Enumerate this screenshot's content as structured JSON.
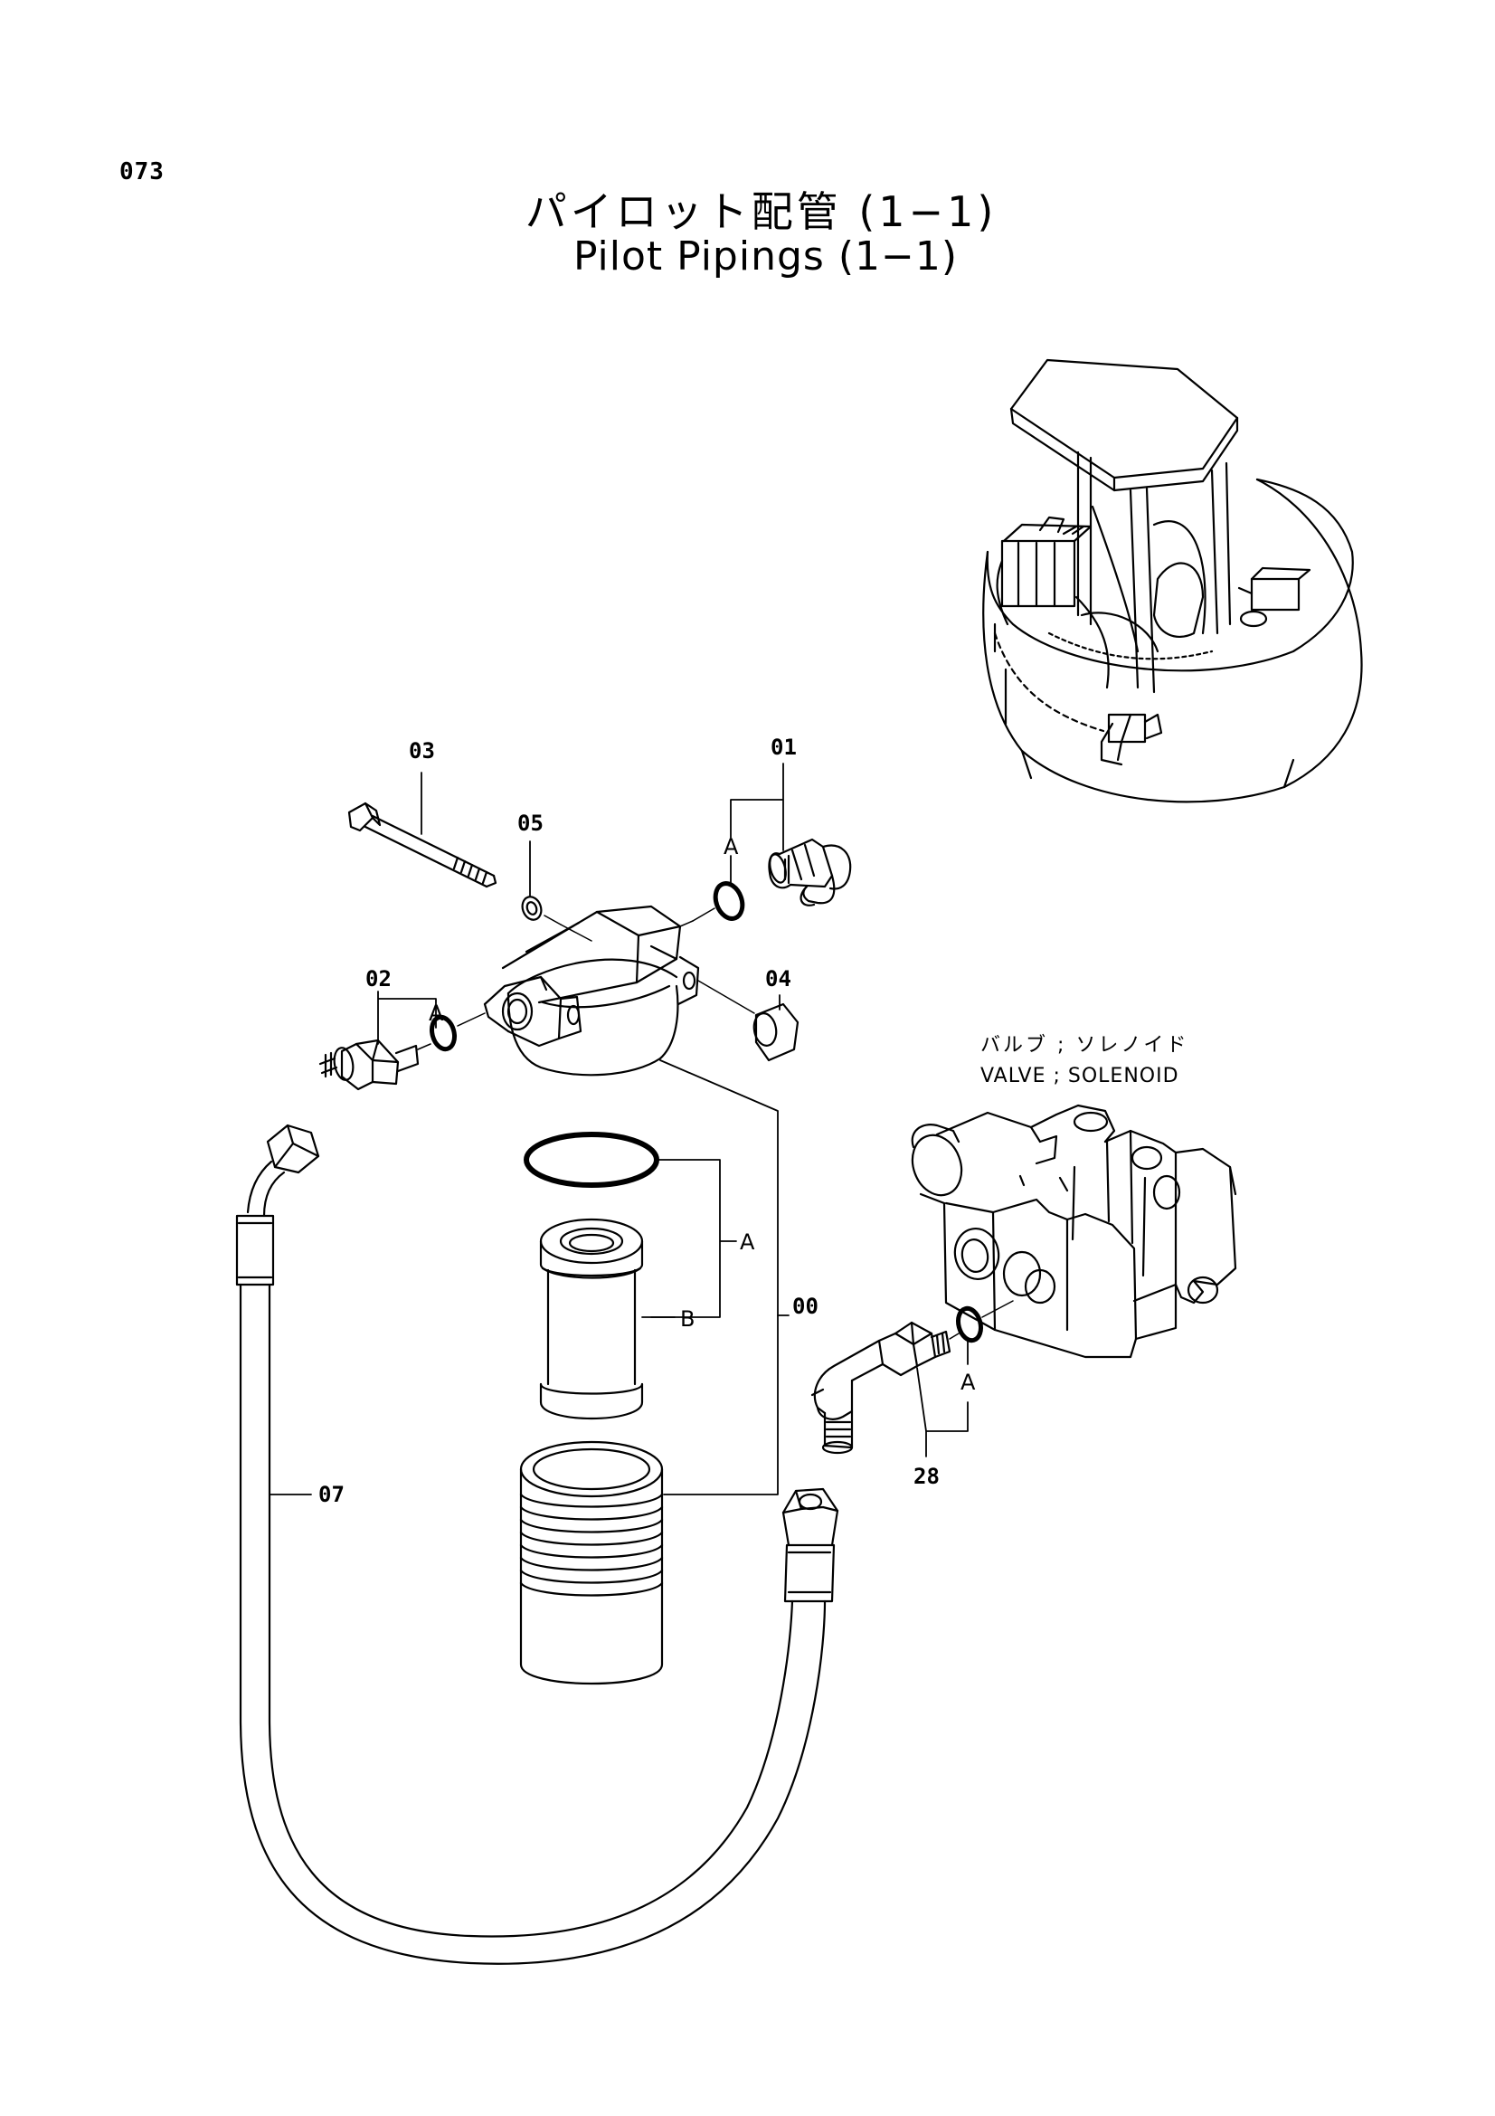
{
  "page": {
    "number": "073",
    "title_jp": "パイロット配管 (1−1)",
    "title_en": "Pilot Pipings (1−1)"
  },
  "callouts": {
    "p01": "01",
    "p02": "02",
    "p03": "03",
    "p04": "04",
    "p05": "05",
    "p00": "00",
    "p07": "07",
    "p28": "28",
    "sub_a": "A",
    "sub_b": "B"
  },
  "valve": {
    "label_jp": "バルブ ; ソレノイド",
    "label_en": "VALVE ; SOLENOID"
  }
}
